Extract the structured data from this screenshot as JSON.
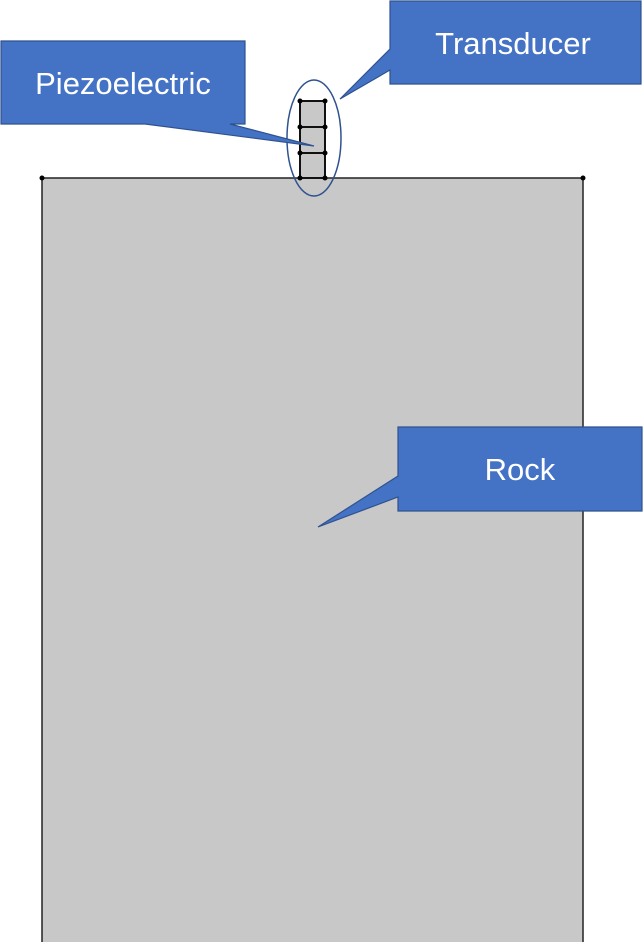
{
  "labels": {
    "piezoelectric": "Piezoelectric",
    "transducer": "Transducer",
    "rock": "Rock"
  },
  "colors": {
    "callout_fill": "#4472C4",
    "callout_stroke": "#2F528F",
    "rock_fill": "#C8C8C8",
    "ellipse_stroke": "#2F528F"
  }
}
